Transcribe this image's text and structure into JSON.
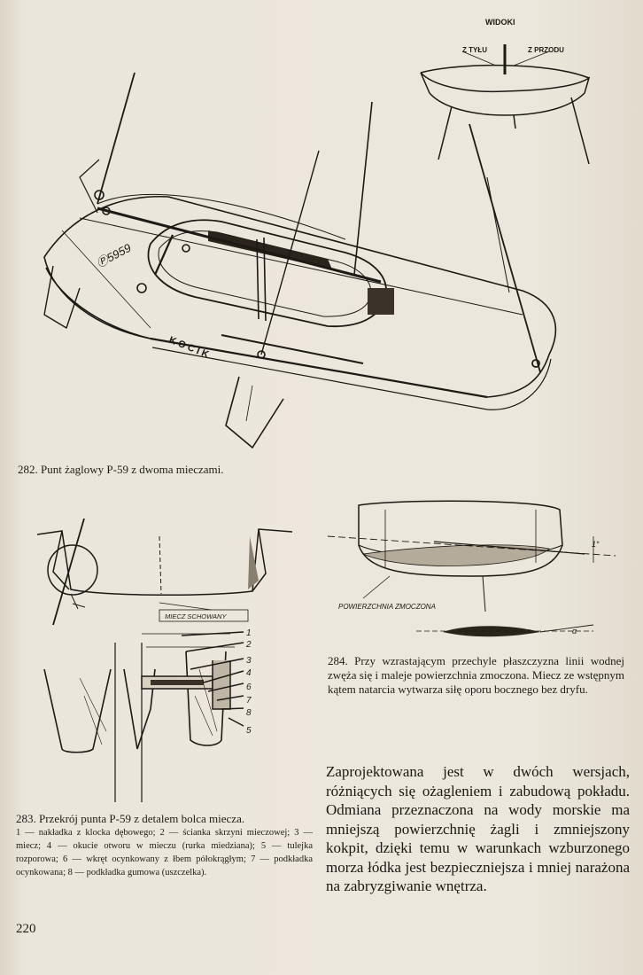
{
  "figures": {
    "fig282": {
      "caption": "282. Punt żaglowy P-59 z dwoma mieczami.",
      "hull_name": "KOCIK",
      "sail_mark": "Ⓟ5959"
    },
    "fig283": {
      "caption_title": "283. Przekrój punta P-59 z detalem bolca miecza.",
      "caption_legend": "1 — nakładka z klocka dębowego; 2 — ścianka skrzyni mieczowej; 3 — miecz; 4 — okucie otworu w mieczu (rurka miedziana); 5 — tulejka rozporowa; 6 — wkręt ocynkowany z łbem półokrągłym; 7 — podkładka ocynkowana; 8 — podkładka gumowa (uszczelka).",
      "label_hidden_board": "MIECZ SCHOWANY",
      "part_numbers": [
        "1",
        "2",
        "3",
        "4",
        "6",
        "7",
        "8",
        "5"
      ]
    },
    "fig284": {
      "caption": "284. Przy wzrastającym przechyle płaszczyzna linii wodnej zwęża się i maleje powierzchnia zmoczona. Miecz ze wstępnym kątem natarcia wytwarza siłę oporu bocznego bez dryfu.",
      "label_wetted": "POWIERZCHNIA ZMOCZONA",
      "label_angle1": "1°",
      "label_angle2": "α"
    },
    "views": {
      "title": "WIDOKI",
      "rear": "Z TYŁU",
      "front": "Z PRZODU"
    }
  },
  "body": {
    "paragraph": "Zaprojektowana jest w dwóch wersjach, różniących się ożagleniem i zabudową pokładu. Odmiana przeznaczona na wody morskie ma mniejszą powierzchnię żagli i zmniejszony kokpit, dzięki temu w warunkach wzburzonego morza łódka jest bezpieczniejsza i mniej narażona na zabryzgiwanie wnętrza."
  },
  "page_number": "220"
}
